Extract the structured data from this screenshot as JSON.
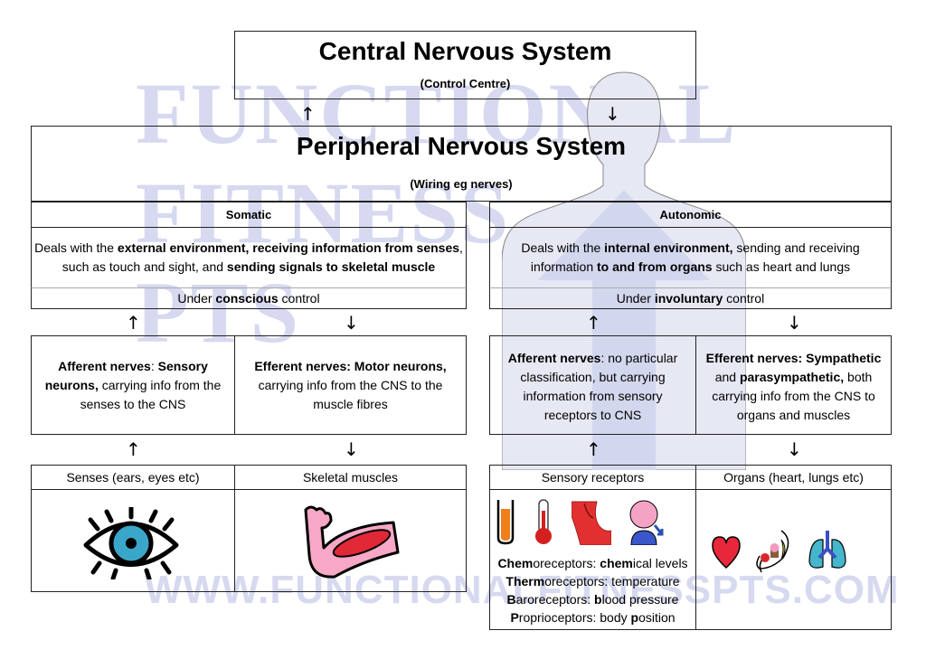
{
  "watermark": {
    "line1": "Functional",
    "line2": "Fitness",
    "line3": "PTS",
    "url": "www.FunctionalFitnessPTS.com",
    "color": "#d6d9ef"
  },
  "cns": {
    "title": "Central Nervous System",
    "subtitle": "(Control Centre)"
  },
  "arrows": {
    "up": "↑",
    "down": "↓"
  },
  "pns": {
    "title": "Peripheral Nervous System",
    "subtitle": "(Wiring eg nerves)"
  },
  "somatic": {
    "header": "Somatic",
    "desc": [
      {
        "t": "Deals with the ",
        "b": false
      },
      {
        "t": "external environment, receiving information from senses",
        "b": true
      },
      {
        "t": ", such as touch and sight, and ",
        "b": false
      },
      {
        "t": "sending signals to skeletal muscle",
        "b": true
      }
    ],
    "control": [
      {
        "t": "Under ",
        "b": false
      },
      {
        "t": "conscious",
        "b": true
      },
      {
        "t": " control",
        "b": false
      }
    ],
    "afferent": [
      {
        "t": "Afferent nerves",
        "b": true
      },
      {
        "t": ": ",
        "b": false
      },
      {
        "t": "Sensory neurons,",
        "b": true
      },
      {
        "t": " carrying info from the senses to the CNS",
        "b": false
      }
    ],
    "efferent": [
      {
        "t": "Efferent nerves: Motor neurons,",
        "b": true
      },
      {
        "t": " carrying info from the CNS to the muscle fibres",
        "b": false
      }
    ],
    "senses_label": "Senses (ears, eyes etc)",
    "muscles_label": "Skeletal muscles"
  },
  "autonomic": {
    "header": "Autonomic",
    "desc": [
      {
        "t": "Deals with the ",
        "b": false
      },
      {
        "t": "internal environment,",
        "b": true
      },
      {
        "t": " sending and receiving information ",
        "b": false
      },
      {
        "t": "to and from organs",
        "b": true
      },
      {
        "t": " such as heart and lungs",
        "b": false
      }
    ],
    "control": [
      {
        "t": "Under ",
        "b": false
      },
      {
        "t": "involuntary",
        "b": true
      },
      {
        "t": " control",
        "b": false
      }
    ],
    "afferent": [
      {
        "t": "Afferent nerves",
        "b": true
      },
      {
        "t": ": no particular classification, but carrying information from sensory receptors to CNS",
        "b": false
      }
    ],
    "efferent": [
      {
        "t": "Efferent nerves: Sympathetic",
        "b": true
      },
      {
        "t": " and ",
        "b": false
      },
      {
        "t": "parasympathetic,",
        "b": true
      },
      {
        "t": " both carrying info from the CNS to organs and muscles",
        "b": false
      }
    ],
    "receptors_label": "Sensory receptors",
    "organs_label": "Organs (heart, lungs etc)",
    "receptors": [
      [
        {
          "t": "Chem",
          "b": true
        },
        {
          "t": "oreceptors: ",
          "b": false
        },
        {
          "t": "chem",
          "b": true
        },
        {
          "t": "ical levels",
          "b": false
        }
      ],
      [
        {
          "t": "Therm",
          "b": true
        },
        {
          "t": "oreceptors: temperature",
          "b": false
        }
      ],
      [
        {
          "t": "B",
          "b": true
        },
        {
          "t": "aroreceptors: ",
          "b": false
        },
        {
          "t": "b",
          "b": true
        },
        {
          "t": "lood pressure",
          "b": false
        }
      ],
      [
        {
          "t": "P",
          "b": true
        },
        {
          "t": "roprioceptors: body ",
          "b": false
        },
        {
          "t": "p",
          "b": true
        },
        {
          "t": "osition",
          "b": false
        }
      ]
    ]
  }
}
